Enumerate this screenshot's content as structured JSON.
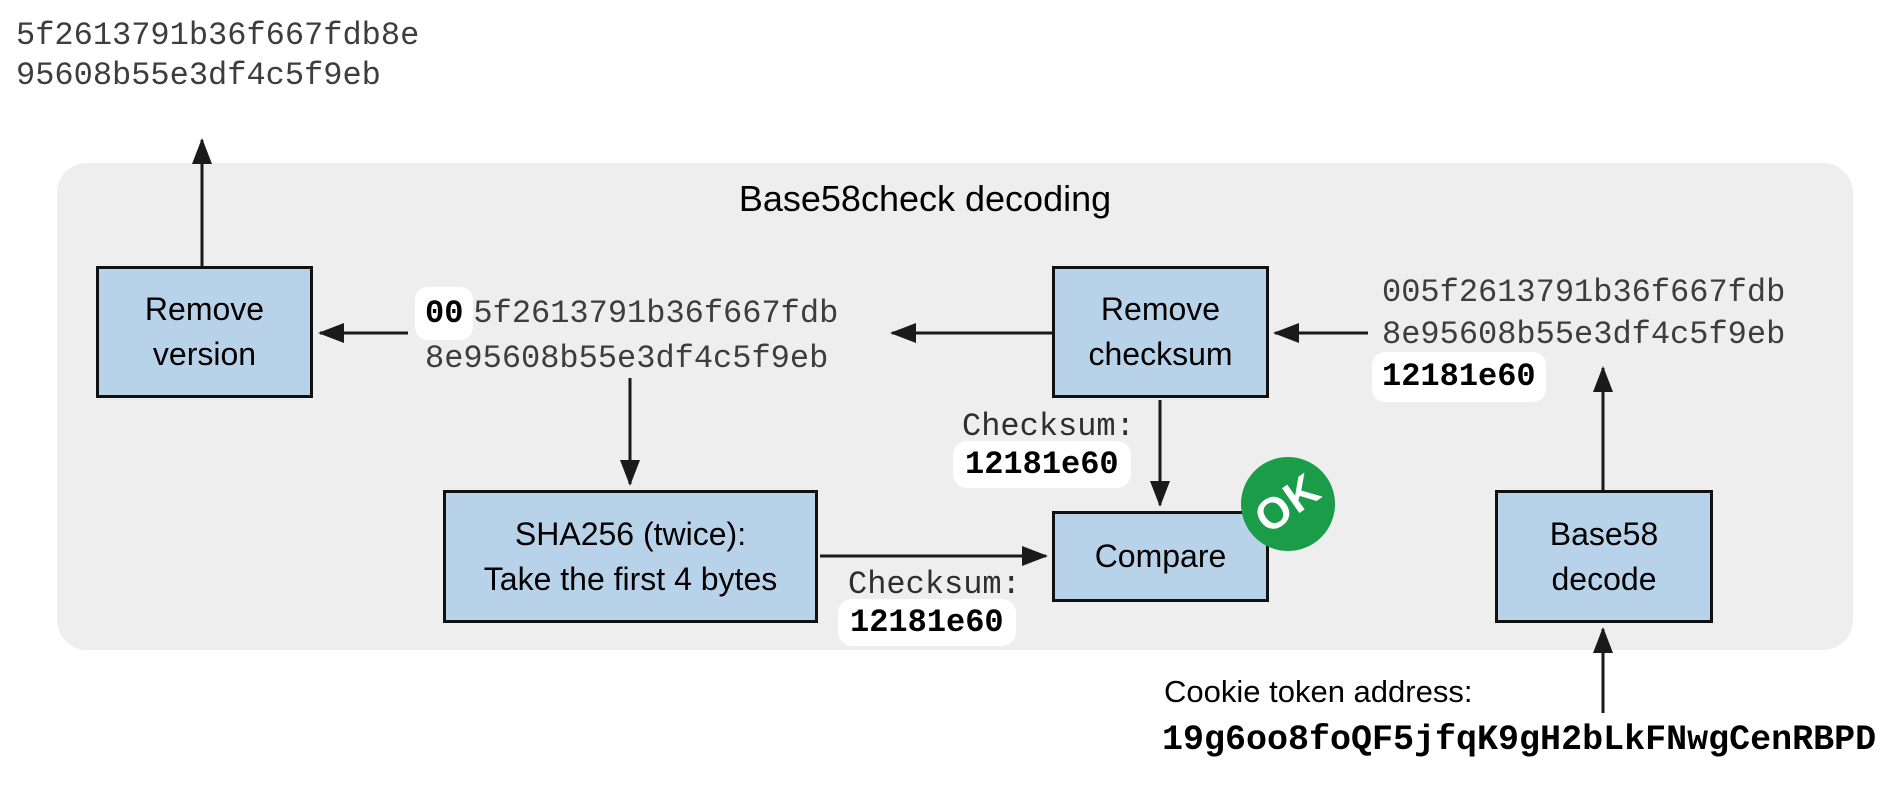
{
  "title": "Base58check decoding",
  "result_hex": {
    "line1": "5f2613791b36f667fdb8e",
    "line2": "95608b55e3df4c5f9eb"
  },
  "nodes": {
    "remove_version": {
      "line1": "Remove",
      "line2": "version"
    },
    "remove_checksum": {
      "line1": "Remove",
      "line2": "checksum"
    },
    "sha256": {
      "line1": "SHA256 (twice):",
      "line2": "Take the first 4 bytes"
    },
    "compare": {
      "label": "Compare"
    },
    "base58_decode": {
      "line1": "Base58",
      "line2": "decode"
    }
  },
  "payload_hex": {
    "version_prefix": "00",
    "line1_rest": "5f2613791b36f667fdb",
    "line2": "8e95608b55e3df4c5f9eb"
  },
  "decoded_hex": {
    "line1": "005f2613791b36f667fdb",
    "line2": "8e95608b55e3df4c5f9eb",
    "checksum": "12181e60"
  },
  "checksum_removed": {
    "label": "Checksum:",
    "value": "12181e60"
  },
  "checksum_computed": {
    "label": "Checksum:",
    "value": "12181e60"
  },
  "ok_badge": {
    "label": "OK"
  },
  "address": {
    "label": "Cookie token address:",
    "value": "19g6oo8foQF5jfqK9gH2bLkFNwgCenRBPD"
  },
  "colors": {
    "panel": "#eeeeee",
    "node_fill": "#b8d3e9",
    "node_border": "#111111",
    "ok_green": "#1b9c49",
    "mono_gray": "#3d3d3d",
    "highlight_bg": "#ffffff"
  }
}
